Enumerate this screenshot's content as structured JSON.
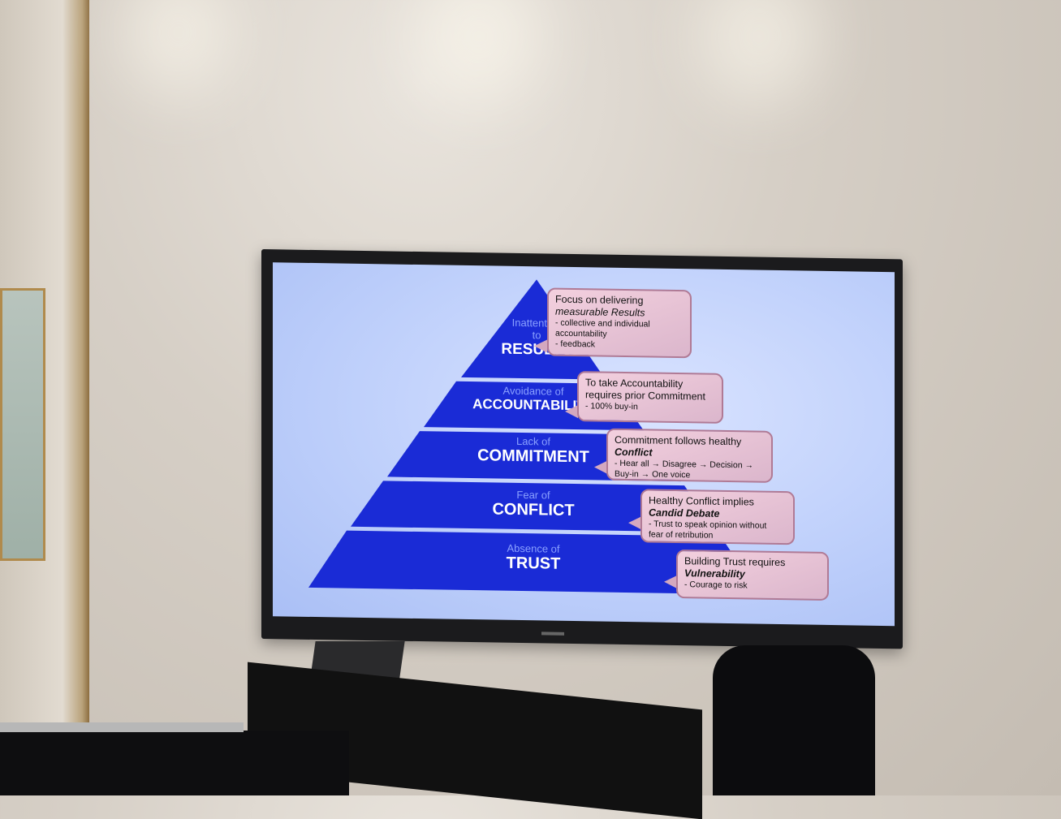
{
  "pyramid": {
    "tiers": [
      {
        "small": "Inattention",
        "small2": "to",
        "big": "RESULTS"
      },
      {
        "small": "Avoidance of",
        "big": "ACCOUNTABILITY"
      },
      {
        "small": "Lack of",
        "big": "COMMITMENT"
      },
      {
        "small": "Fear of",
        "big": "CONFLICT"
      },
      {
        "small": "Absence of",
        "big": "TRUST"
      }
    ]
  },
  "bubbles": {
    "results": {
      "line1": "Focus on  delivering",
      "line2": "measurable Results",
      "sub1": "- collective and individual",
      "sub2": "accountability",
      "sub3": "- feedback"
    },
    "accountability": {
      "line1": "To take Accountability",
      "line2": "requires prior Commitment",
      "sub1": "- 100% buy-in"
    },
    "commitment": {
      "line1": "Commitment follows healthy",
      "line2": "Conflict",
      "sub1": "- Hear all  → Disagree → Decision →",
      "sub2": "Buy-in  → One voice"
    },
    "conflict": {
      "line1": "Healthy Conflict implies",
      "line2": "Candid Debate",
      "sub1": "- Trust to speak opinion without",
      "sub2": "fear of retribution"
    },
    "trust": {
      "line1": "Building Trust requires",
      "line2": "Vulnerability",
      "sub1": "- Courage to risk"
    }
  },
  "colors": {
    "pyramid": "#1a2bd6",
    "bubble": "#e8c4d6",
    "screen": "#c3d3fb"
  }
}
